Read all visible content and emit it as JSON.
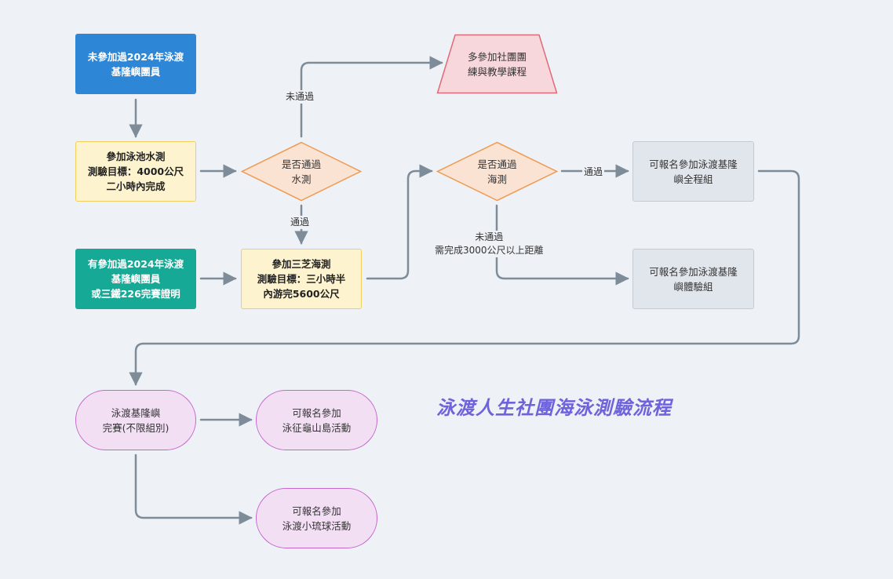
{
  "title": "泳渡人生社團海泳測驗流程",
  "colors": {
    "background": "#eef2f6",
    "start_blue": "#2e87d6",
    "start_teal": "#16a996",
    "task_yellow": "#fdf3cf",
    "decision_orange": "#fbe3d4",
    "result_gray": "#e1e6ed",
    "outcome_pink": "#f3dff4",
    "connector": "#7e8b98",
    "title": "#6f63dc"
  },
  "nodes": {
    "not_member": "未參加過2024年泳渡\n基隆嶼團員",
    "member": "有參加過2024年泳渡\n基隆嶼團員\n或三鐵226完賽證明",
    "pool_test": "參加泳池水測\n測驗目標：4000公尺\n二小時內完成",
    "pool_decision": "是否通過\n水測",
    "more_training": "多參加社團團\n練與教學課程",
    "sea_test": "參加三芝海測\n測驗目標：三小時半\n內游完5600公尺",
    "sea_decision": "是否通過\n海測",
    "full_course": "可報名參加泳渡基隆\n嶼全程組",
    "experience": "可報名參加泳渡基隆\n嶼體驗組",
    "finished": "泳渡基隆嶼\n完賽(不限組別)",
    "turtle_island": "可報名參加\n泳征龜山島活動",
    "liuqiu": "可報名參加\n泳渡小琉球活動"
  },
  "edge_labels": {
    "pool_fail": "未通過",
    "pool_pass": "通過",
    "sea_pass": "通過",
    "sea_fail": "未通過\n需完成3000公尺以上距離"
  }
}
